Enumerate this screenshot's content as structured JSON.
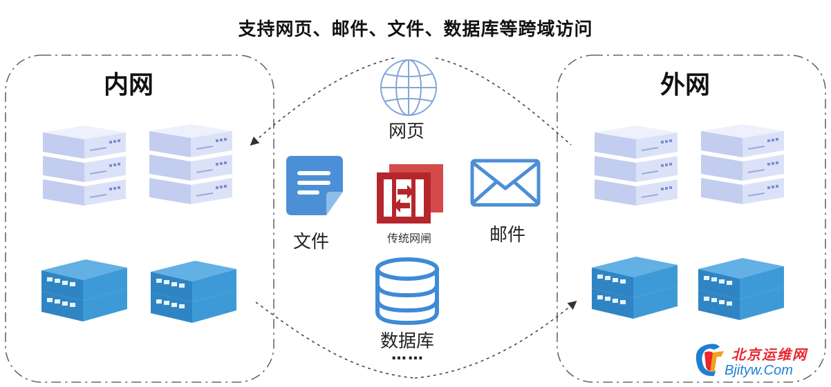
{
  "title": "支持网页、邮件、文件、数据库等跨域访问",
  "zones": {
    "inner": "内网",
    "outer": "外网"
  },
  "items": {
    "web": "网页",
    "file": "文件",
    "gateway": "传统网闸",
    "mail": "邮件",
    "database": "数据库",
    "more": "……"
  },
  "icons": {
    "web": "globe-icon",
    "file": "document-icon",
    "gateway": "gateway-icon",
    "mail": "envelope-icon",
    "database": "database-icon",
    "server": "server-icon",
    "switch": "switch-icon"
  },
  "watermark": {
    "cn": "北京运维网",
    "en": "Bjityw.Com"
  },
  "colors": {
    "server_light": "#c9d3f2",
    "switch_blue": "#3a93d0",
    "icon_blue": "#4b8fd6",
    "gateway_red": "#b5262c",
    "dash": "#555555"
  }
}
